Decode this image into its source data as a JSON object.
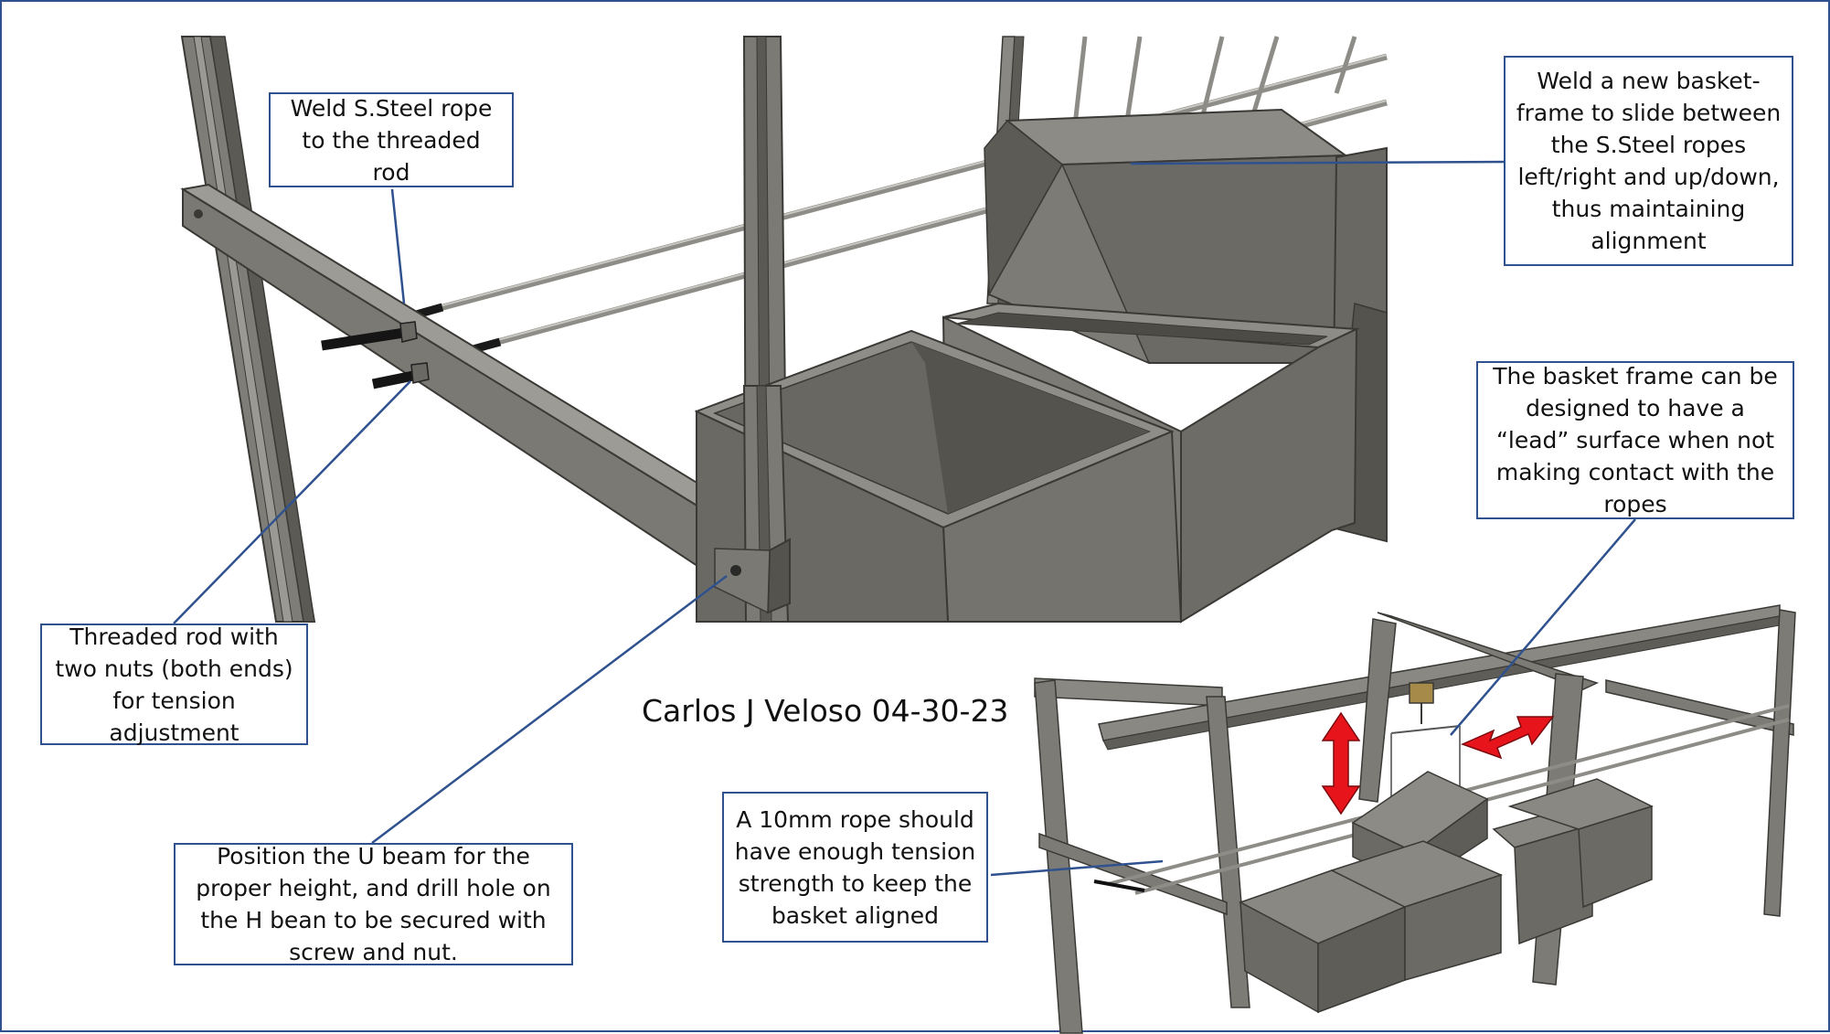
{
  "callouts": {
    "weld_rope": "Weld S.Steel rope to the threaded rod",
    "basket_frame": "Weld a new basket-frame to slide between the S.Steel ropes left/right and up/down, thus maintaining alignment",
    "lead_surface": "The basket frame can be designed to have a “lead” surface when not making contact with the ropes",
    "threaded_rod": "Threaded rod with two nuts (both ends) for tension adjustment",
    "rope_tension": "A 10mm rope should have enough tension strength to keep the basket aligned",
    "u_beam": "Position the U beam for the proper height, and drill hole on the H bean to be secured with screw and nut."
  },
  "author": "Carlos J Veloso 04-30-23",
  "colors": {
    "callout_border": "#2f528f",
    "leader_line": "#2f528f",
    "steel_light": "#8f8d86",
    "steel_mid": "#6f6d67",
    "steel_dark": "#4f4d48",
    "arrow_red": "#e8141b"
  },
  "icons": {
    "double_arrow_vertical": "red-double-arrow-icon",
    "double_arrow_horizontal": "red-double-arrow-icon",
    "hoist": "chain-hoist-icon"
  }
}
